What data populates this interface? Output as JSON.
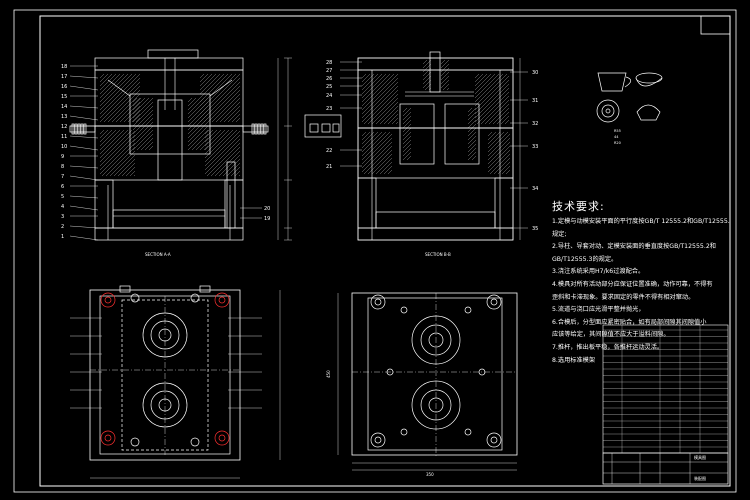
{
  "sheet": {
    "background": "#000000",
    "line_color": "#ffffff",
    "accent": "#ff3030",
    "hatch": "#c8c8c8"
  },
  "views": {
    "section_aa_label": "SECTION A-A",
    "section_bb_label": "SECTION B-B",
    "left_leaders": [
      "18",
      "17",
      "16",
      "15",
      "14",
      "13",
      "12",
      "11",
      "10",
      "9",
      "8",
      "7",
      "6",
      "5",
      "4",
      "3",
      "2",
      "1"
    ],
    "left_extra_leaders": [
      "20",
      "19"
    ],
    "right_left_leaders": [
      "28",
      "27",
      "26",
      "25",
      "24",
      "23",
      "22",
      "21"
    ],
    "right_right_leaders": [
      "30",
      "31",
      "32",
      "33",
      "34",
      "35"
    ],
    "plan_width_label": "350",
    "plan_height_label": "450",
    "product_dims": [
      "R55",
      "44",
      "R20"
    ]
  },
  "tech": {
    "title": "技术要求:",
    "lines": [
      "1.定模与动模安装平面的平行度按GB/T 12555.2和GB/T12555.3的",
      "规定;",
      "2.导柱、导套对动、定模安装面的垂直度按GB/T12555.2和",
      "GB/T12555.3的规定。",
      "3.浇注系统采用H7/k6过渡配合。",
      "4.模具对所有活动部分应保证位置准确，动作可靠，不得有",
      "歪斜和卡滞现象。要求固定的零件不得有相对窜动。",
      "5.流道与浇口应光滑平整并抛光，",
      "6.合模后，分型面应紧密贴合，如有局部间隙其间隙值小",
      "应该等给定，其间隙值不应大于溢料间隙。",
      "7.推杆，推出板平稳，各推杆运动灵活。",
      "8.选用标准模架"
    ]
  },
  "title_block": {
    "project_label": "模具图",
    "drawing_label": "装配图"
  }
}
